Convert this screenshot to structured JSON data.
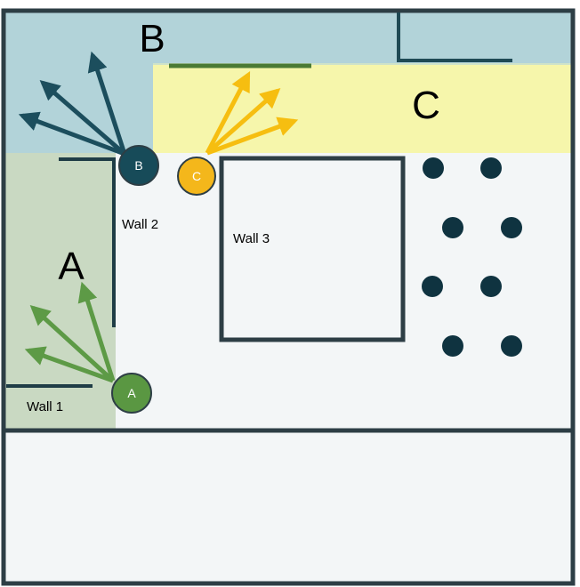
{
  "colors": {
    "room_fill": "#f3f6f7",
    "wall": "#2d3e45",
    "zone_a": "#c9d9c2",
    "zone_b": "#b2d3d9",
    "zone_c": "#f6f6ab",
    "arrow_a": "#5d9a46",
    "arrow_b": "#1c4e5d",
    "arrow_c": "#f6be10",
    "marker_a": "#5a9742",
    "marker_b": "#174b59",
    "marker_c": "#f4b71b",
    "dot": "#0f3340",
    "wall_green": "#4a7a35"
  },
  "zones": {
    "a": {
      "label": "A"
    },
    "b": {
      "label": "B"
    },
    "c": {
      "label": "C"
    }
  },
  "markers": {
    "a": {
      "label": "A"
    },
    "b": {
      "label": "B"
    },
    "c": {
      "label": "C"
    }
  },
  "walls": {
    "wall1": "Wall 1",
    "wall2": "Wall 2",
    "wall3": "Wall 3"
  },
  "icons": {
    "obstacle": "dark-dot-obstacle",
    "camera": "circle-marker"
  }
}
